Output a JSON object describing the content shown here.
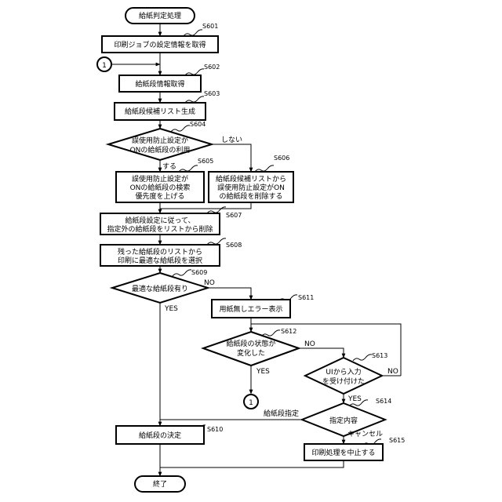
{
  "start": "給紙判定処理",
  "end": "終了",
  "connector": "1",
  "steps": {
    "s601": {
      "id": "S601",
      "text": "印刷ジョブの設定情報を取得"
    },
    "s602": {
      "id": "S602",
      "text": "給紙段情報取得"
    },
    "s603": {
      "id": "S603",
      "text": "給紙段候補リスト生成"
    },
    "s604": {
      "id": "S604",
      "line1": "誤使用防止設定が",
      "line2": "ONの給紙段の利用"
    },
    "s605": {
      "id": "S605",
      "line1": "誤使用防止設定が",
      "line2": "ONの給紙段の検索",
      "line3": "優先度を上げる"
    },
    "s606": {
      "id": "S606",
      "line1": "給紙段候補リストから",
      "line2": "誤使用防止設定がON",
      "line3": "の給紙段を削除する"
    },
    "s607": {
      "id": "S607",
      "line1": "給紙段設定に従って、",
      "line2": "指定外の給紙段をリストから削除"
    },
    "s608": {
      "id": "S608",
      "line1": "残った給紙段のリストから",
      "line2": "印刷に最適な給紙段を選択"
    },
    "s609": {
      "id": "S609",
      "text": "最適な給紙段有り"
    },
    "s610": {
      "id": "S610",
      "text": "給紙段の決定"
    },
    "s611": {
      "id": "S611",
      "text": "用紙無しエラー表示"
    },
    "s612": {
      "id": "S612",
      "line1": "給紙段の状態が",
      "line2": "変化した"
    },
    "s613": {
      "id": "S613",
      "line1": "UIから入力",
      "line2": "を受け付けた"
    },
    "s614": {
      "id": "S614",
      "text": "指定内容"
    },
    "s615": {
      "id": "S615",
      "text": "印刷処理を中止する"
    }
  },
  "labels": {
    "shinai": "しない",
    "suru": "する",
    "no1": "NO",
    "yes1": "YES",
    "no2": "NO",
    "yes2": "YES",
    "no3": "NO",
    "yes3": "YES",
    "kyushidan_shitei": "給紙段指定",
    "cancel": "キャンセル"
  }
}
